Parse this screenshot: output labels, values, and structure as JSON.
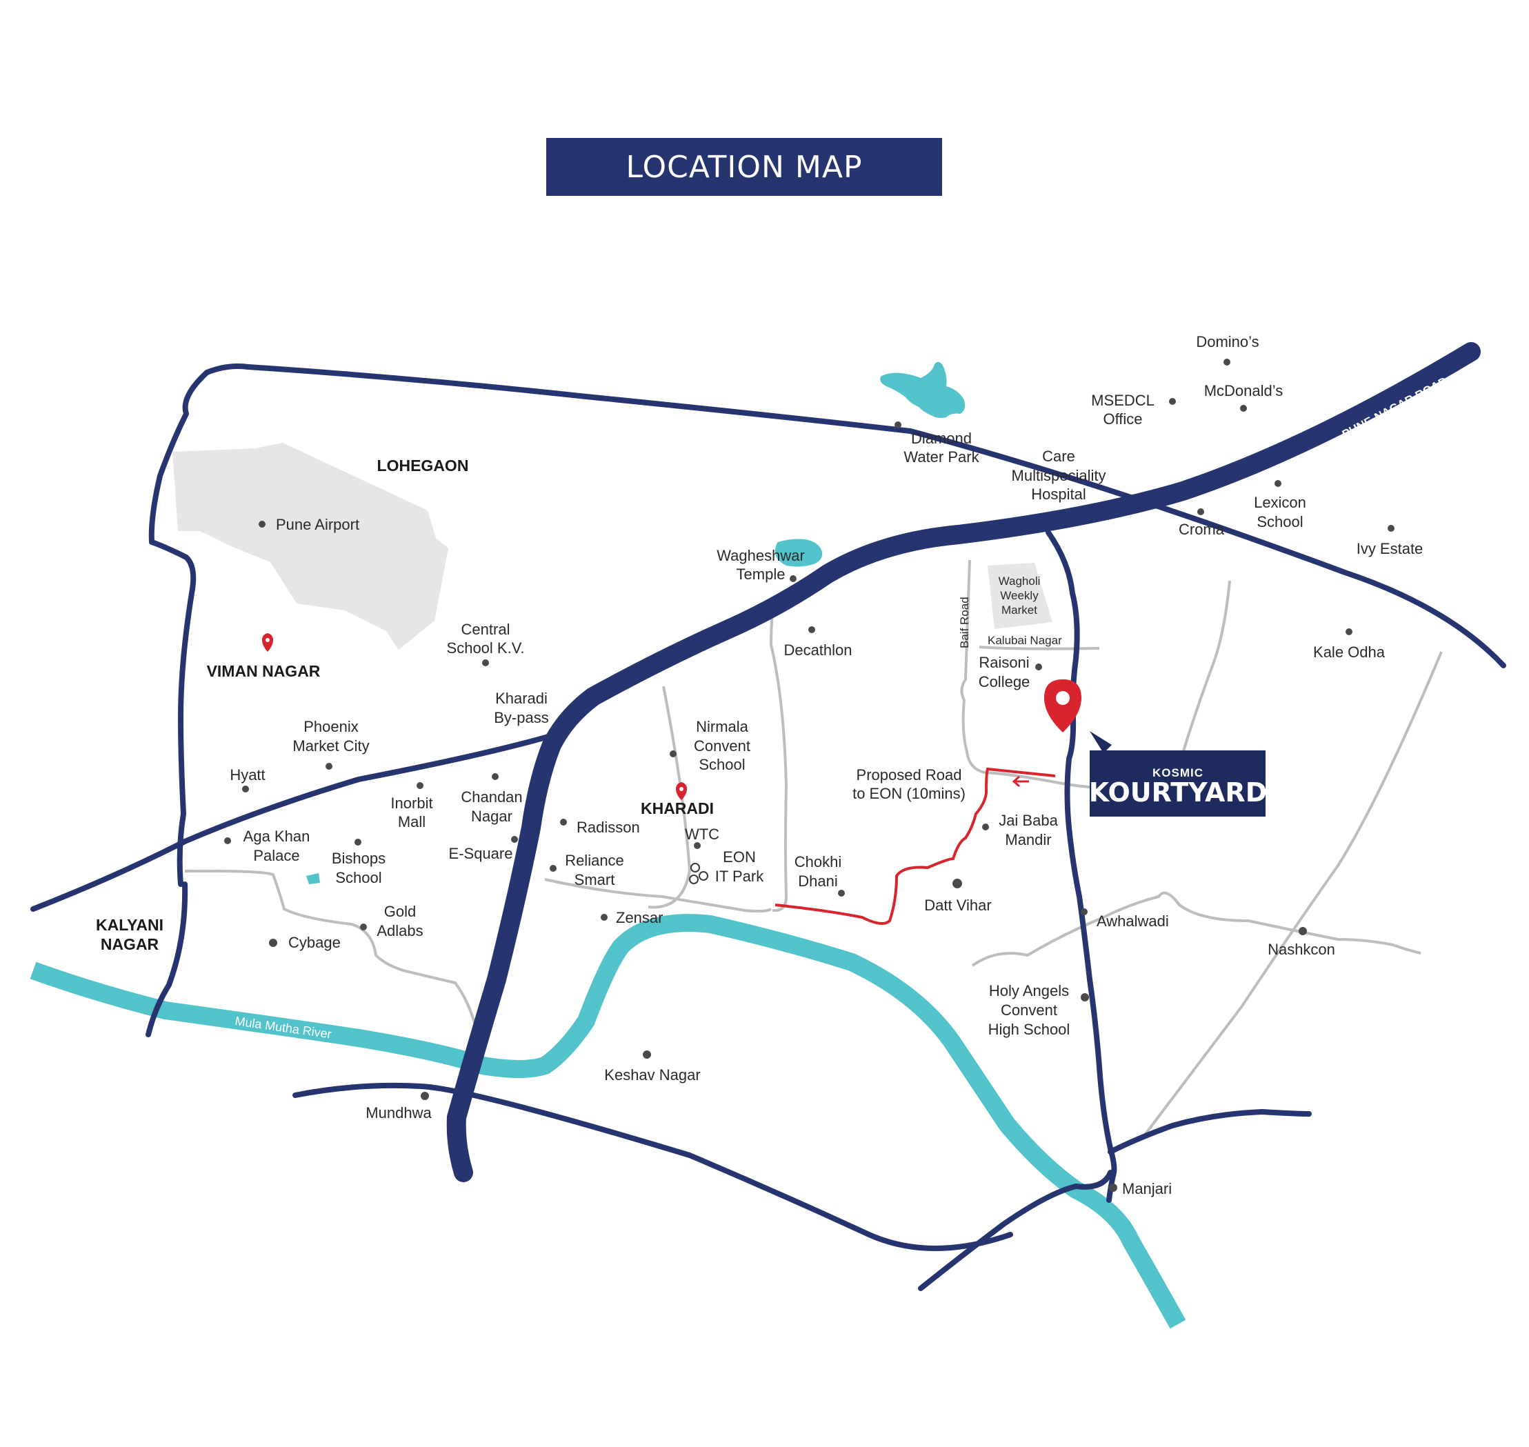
{
  "title": "LOCATION MAP",
  "colors": {
    "highway": "#263470",
    "river": "#52c3cb",
    "minor_road": "#bdbdbd",
    "proposed_road": "#d8242c",
    "pin": "#d8242c",
    "airport_area": "#e6e6e8",
    "brand_box": "#1d2b5e"
  },
  "areas": {
    "lohegaon": "LOHEGAON",
    "viman_nagar": "VIMAN NAGAR",
    "kharadi": "KHARADI",
    "kalyani_nagar_1": "KALYANI",
    "kalyani_nagar_2": "NAGAR"
  },
  "roads": {
    "pune_nagar": "PUNE-NAGAR ROAD",
    "baif": "Baif Road",
    "kalubai": "Kalubai Nagar"
  },
  "rivers": {
    "left": "Mula Mutha River",
    "right": "Mula Mutha River"
  },
  "proposed_road": {
    "line1": "Proposed Road",
    "line2": "to EON (10mins)"
  },
  "brand": {
    "small": "KOSMIC",
    "big": "KOURTYARD"
  },
  "landmarks": {
    "dominos": "Domino’s",
    "mcdonalds": "McDonald’s",
    "msedcl_1": "MSEDCL",
    "msedcl_2": "Office",
    "diamond_1": "Diamond",
    "diamond_2": "Water Park",
    "care_1": "Care",
    "care_2": "Multispeciality",
    "care_3": "Hospital",
    "croma": "Croma",
    "lexicon_1": "Lexicon",
    "lexicon_2": "School",
    "ivy": "Ivy Estate",
    "wagheshwar_1": "Wagheshwar",
    "wagheshwar_2": "Temple",
    "wagholi_1": "Wagholi",
    "wagholi_2": "Weekly",
    "wagholi_3": "Market",
    "kale_odha": "Kale Odha",
    "pune_airport": "Pune Airport",
    "central_1": "Central",
    "central_2": "School K.V.",
    "decathlon": "Decathlon",
    "raisoni_1": "Raisoni",
    "raisoni_2": "College",
    "bypass_1": "Kharadi",
    "bypass_2": "By-pass",
    "phoenix_1": "Phoenix",
    "phoenix_2": "Market City",
    "nirmala_1": "Nirmala",
    "nirmala_2": "Convent",
    "nirmala_3": "School",
    "hyatt": "Hyatt",
    "inorbit_1": "Inorbit",
    "inorbit_2": "Mall",
    "chandan_1": "Chandan",
    "chandan_2": "Nagar",
    "radisson": "Radisson",
    "aga_1": "Aga Khan",
    "aga_2": "Palace",
    "bishops_1": "Bishops",
    "bishops_2": "School",
    "esquare": "E-Square",
    "wtc": "WTC",
    "jaibaba_1": "Jai Baba",
    "jaibaba_2": "Mandir",
    "reliance_1": "Reliance",
    "reliance_2": "Smart",
    "eon_1": "EON",
    "eon_2": "IT Park",
    "chokhi_1": "Chokhi",
    "chokhi_2": "Dhani",
    "datt": "Datt Vihar",
    "gold_1": "Gold",
    "gold_2": "Adlabs",
    "zensar": "Zensar",
    "awhalwadi": "Awhalwadi",
    "cybage": "Cybage",
    "nashkcon": "Nashkcon",
    "holy_1": "Holy Angels",
    "holy_2": "Convent",
    "holy_3": "High School",
    "keshav": "Keshav Nagar",
    "mundhwa": "Mundhwa",
    "manjari": "Manjari"
  }
}
